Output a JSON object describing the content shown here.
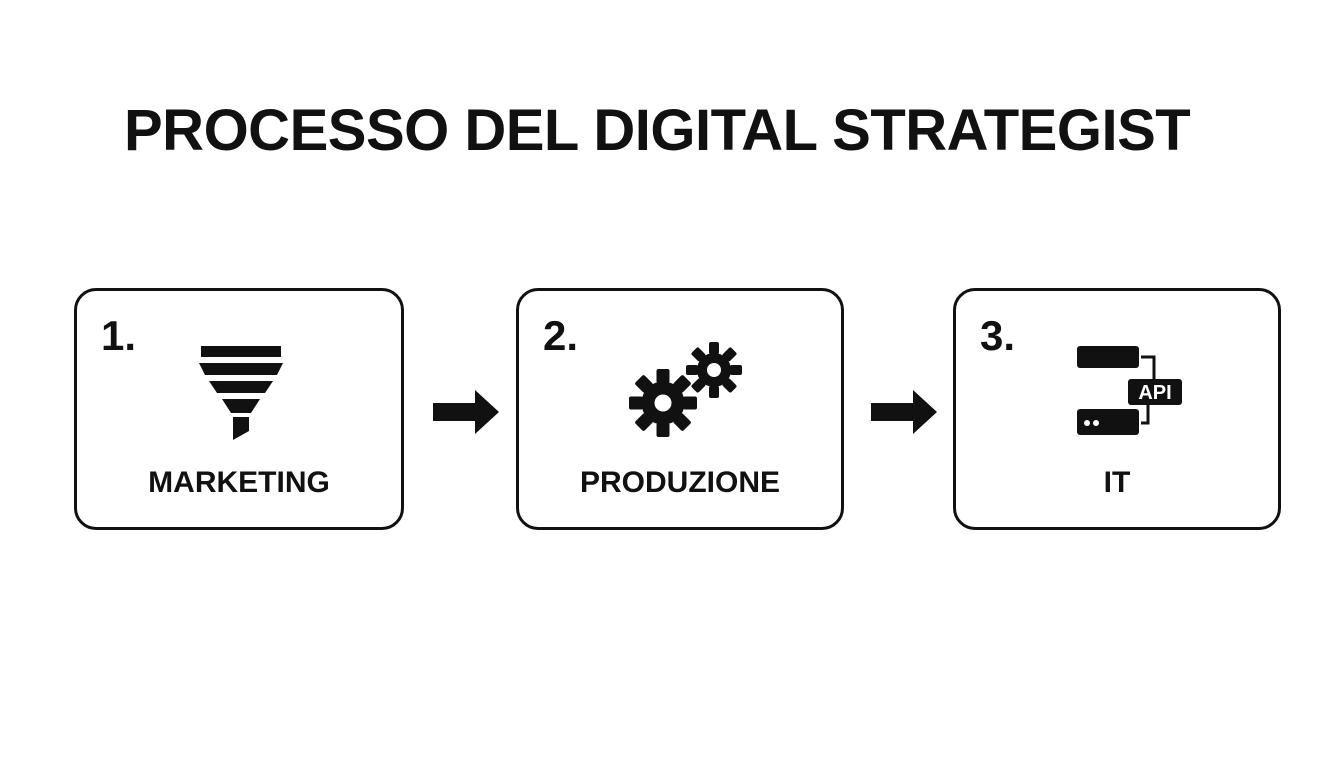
{
  "title": "PROCESSO DEL DIGITAL STRATEGIST",
  "steps": [
    {
      "number": "1.",
      "label": "MARKETING",
      "icon": "funnel-icon"
    },
    {
      "number": "2.",
      "label": "PRODUZIONE",
      "icon": "gears-icon"
    },
    {
      "number": "3.",
      "label": "IT",
      "icon": "api-servers-icon",
      "icon_text": "API"
    }
  ],
  "connectors": [
    "arrow-right-icon",
    "arrow-right-icon"
  ],
  "colors": {
    "ink": "#111111",
    "background": "#ffffff"
  }
}
